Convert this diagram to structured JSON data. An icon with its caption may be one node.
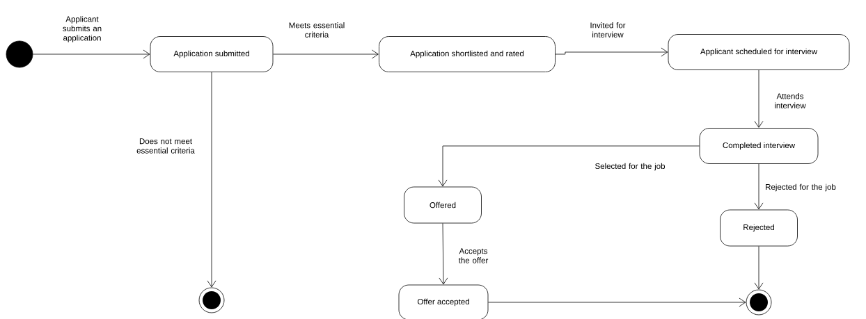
{
  "diagram": {
    "nodes": [
      {
        "text": [],
        "shape": "circle"
      },
      {
        "text": [
          "Application submitted"
        ]
      },
      {
        "text": [
          "Application shortlisted and rated"
        ]
      },
      {
        "text": [
          "Applicant scheduled for interview"
        ]
      },
      {
        "text": [
          "Completed interview"
        ]
      },
      {
        "text": [
          "Offered"
        ]
      },
      {
        "text": [
          "Rejected"
        ]
      },
      {
        "text": [
          "Offer accepted"
        ]
      },
      {
        "text": [],
        "shape": "bullseye"
      },
      {
        "text": [],
        "shape": "bullseye"
      }
    ],
    "edges": [
      {
        "from": 0,
        "to": 1,
        "arrow": "to",
        "label": "Applicant submits an application"
      },
      {
        "from": 1,
        "to": 2,
        "arrow": "to",
        "label": "Meets essential criteria"
      },
      {
        "from": 2,
        "to": 3,
        "arrow": "to",
        "label": "Invited for interview"
      },
      {
        "from": 1,
        "to": 8,
        "arrow": "to",
        "label": "Does not meet essential criteria"
      },
      {
        "from": 3,
        "to": 4,
        "arrow": "to",
        "label": "Attends interview"
      },
      {
        "from": 4,
        "to": 5,
        "arrow": "to",
        "label": "Selected for the job"
      },
      {
        "from": 4,
        "to": 6,
        "arrow": "to",
        "label": "Rejected for the job"
      },
      {
        "from": 5,
        "to": 7,
        "arrow": "to",
        "label": "Accepts the offer"
      },
      {
        "from": 7,
        "to": 9,
        "arrow": "to"
      },
      {
        "from": 6,
        "to": 9,
        "arrow": "to"
      }
    ]
  }
}
